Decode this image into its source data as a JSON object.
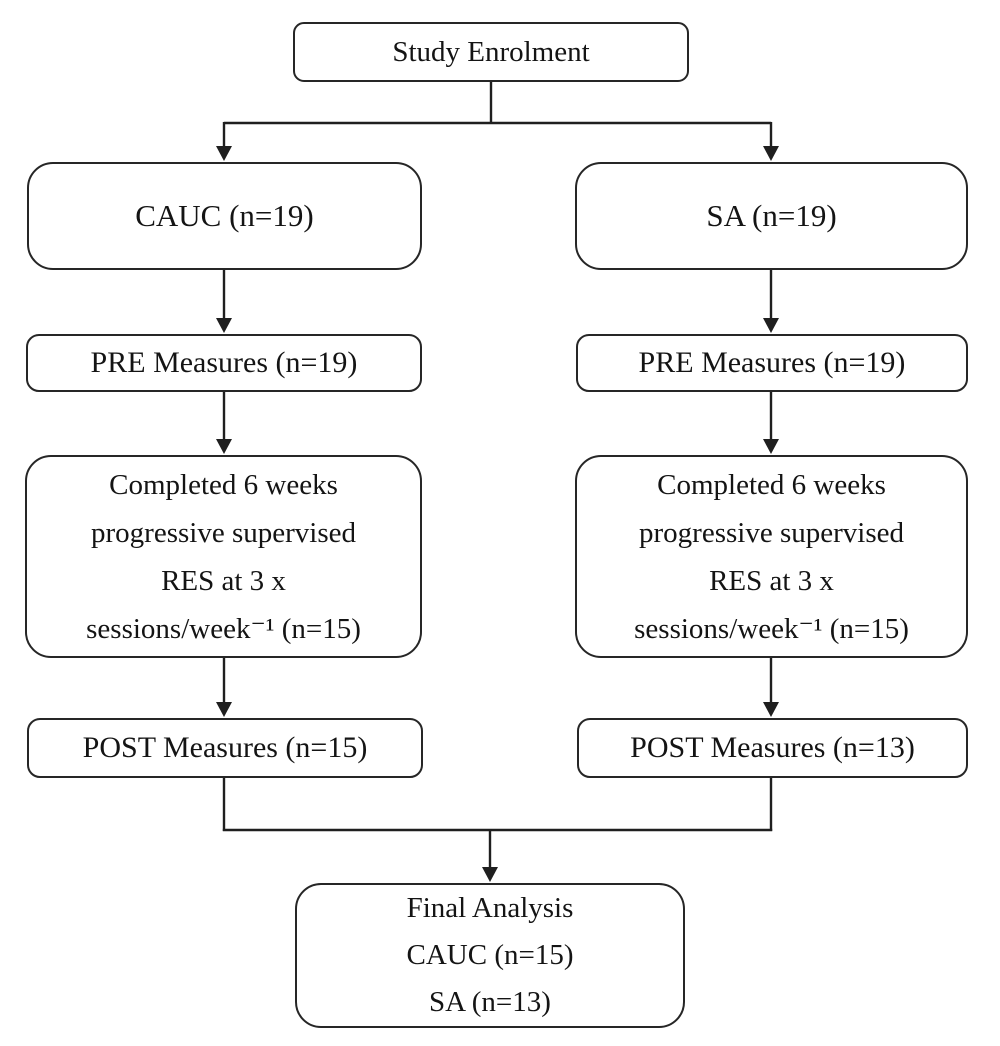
{
  "diagram": {
    "kind": "flowchart",
    "colors": {
      "background": "#ffffff",
      "box_fill": "#ffffff",
      "box_border": "#262626",
      "line": "#1f1f1f",
      "text": "#141414"
    },
    "nodes": {
      "enrolment": {
        "label": "Study Enrolment"
      },
      "cauc": {
        "label": "CAUC (n=19)"
      },
      "sa": {
        "label": "SA (n=19)"
      },
      "pre_cauc": {
        "label": "PRE Measures (n=19)"
      },
      "pre_sa": {
        "label": "PRE Measures (n=19)"
      },
      "res_cauc": {
        "lines": [
          "Completed 6 weeks",
          "progressive supervised",
          "RES at 3 x",
          "sessions/week⁻¹ (n=15)"
        ]
      },
      "res_sa": {
        "lines": [
          "Completed 6 weeks",
          "progressive supervised",
          "RES at 3 x",
          "sessions/week⁻¹ (n=15)"
        ]
      },
      "post_cauc": {
        "label": "POST Measures (n=15)"
      },
      "post_sa": {
        "label": "POST Measures (n=13)"
      },
      "final": {
        "lines": [
          "Final Analysis",
          "CAUC (n=15)",
          "SA (n=13)"
        ]
      }
    },
    "edges": [
      "enrolment -> cauc",
      "enrolment -> sa",
      "cauc -> pre_cauc",
      "sa -> pre_sa",
      "pre_cauc -> res_cauc",
      "pre_sa -> res_sa",
      "res_cauc -> post_cauc",
      "res_sa -> post_sa",
      "post_cauc -> final",
      "post_sa -> final"
    ]
  }
}
